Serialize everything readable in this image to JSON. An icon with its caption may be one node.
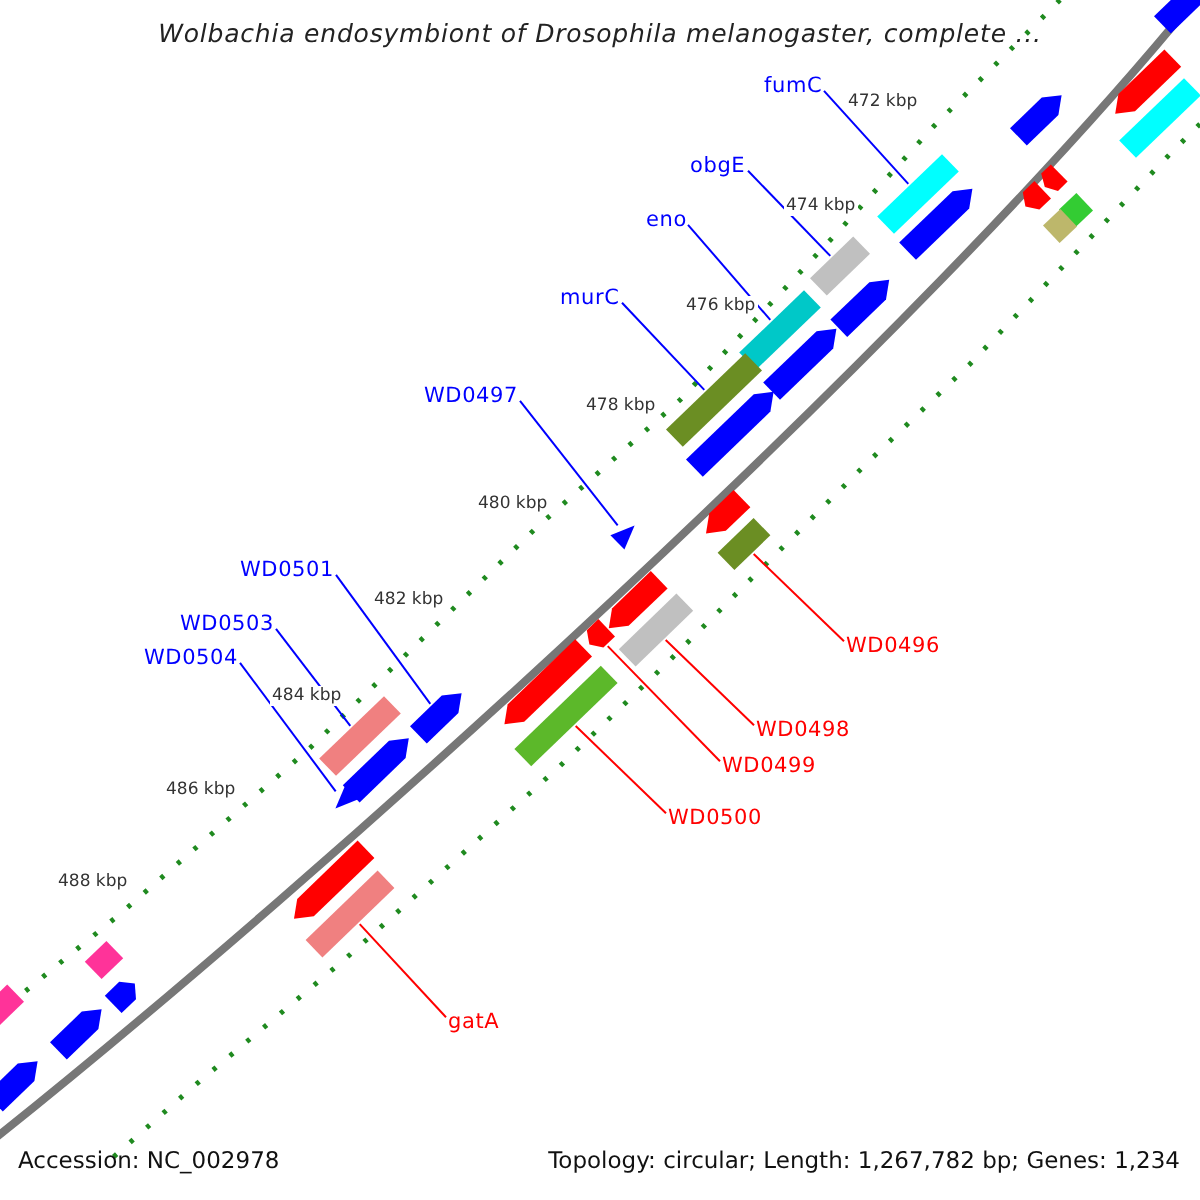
{
  "diagram": {
    "title": "Wolbachia endosymbiont of Drosophila melanogaster, complete ...",
    "nodes": [
      {
        "text": [
          "fumC"
        ]
      },
      {
        "text": [],
        "shape": "box"
      },
      {
        "text": [
          "obgE"
        ]
      },
      {
        "text": [],
        "shape": "box"
      },
      {
        "text": [
          "eno"
        ]
      },
      {
        "text": [],
        "shape": "box"
      },
      {
        "text": [
          "murC"
        ]
      },
      {
        "text": [],
        "shape": "box"
      },
      {
        "text": [
          "WD0497"
        ]
      },
      {
        "text": [],
        "shape": "triangle"
      },
      {
        "text": [
          "WD0501"
        ]
      },
      {
        "text": [],
        "shape": "arrow"
      },
      {
        "text": [
          "WD0503"
        ]
      },
      {
        "text": [],
        "shape": "box"
      },
      {
        "text": [
          "WD0496"
        ]
      },
      {
        "text": [],
        "shape": "box"
      },
      {
        "text": [
          "WD0504"
        ]
      },
      {
        "text": [],
        "shape": "triangle"
      },
      {
        "text": [
          "WD0498"
        ]
      },
      {
        "text": [],
        "shape": "box"
      },
      {
        "text": [
          "WD0499"
        ]
      },
      {
        "text": [],
        "shape": "arrow"
      },
      {
        "text": [
          "WD0500"
        ]
      },
      {
        "text": [],
        "shape": "box"
      },
      {
        "text": [
          "gatA"
        ]
      },
      {
        "text": [],
        "shape": "box"
      },
      {
        "text": [],
        "shape": "arrow"
      },
      {
        "text": [],
        "shape": "arrow"
      },
      {
        "text": [],
        "shape": "arrow"
      },
      {
        "text": [],
        "shape": "box"
      },
      {
        "text": [],
        "shape": "arrow"
      },
      {
        "text": [],
        "shape": "arrow"
      },
      {
        "text": [],
        "shape": "arrow"
      },
      {
        "text": [],
        "shape": "diamond"
      },
      {
        "text": [],
        "shape": "diamond"
      },
      {
        "text": [],
        "shape": "arrow"
      },
      {
        "text": [],
        "shape": "arrow"
      },
      {
        "text": [],
        "shape": "arrow"
      },
      {
        "text": [],
        "shape": "arrow"
      },
      {
        "text": [],
        "shape": "arrow"
      },
      {
        "text": [],
        "shape": "arrow"
      },
      {
        "text": [],
        "shape": "arrow"
      },
      {
        "text": [],
        "shape": "arrow"
      },
      {
        "text": [],
        "shape": "diamond"
      },
      {
        "text": [],
        "shape": "arrow"
      },
      {
        "text": [],
        "shape": "arrow"
      },
      {
        "text": [],
        "shape": "box"
      },
      {
        "text": [],
        "shape": "arrow"
      }
    ],
    "edges": [
      {
        "from": 0,
        "to": 1,
        "arrow": "none"
      },
      {
        "from": 2,
        "to": 3,
        "arrow": "none"
      },
      {
        "from": 4,
        "to": 5,
        "arrow": "none"
      },
      {
        "from": 6,
        "to": 7,
        "arrow": "none"
      },
      {
        "from": 8,
        "to": 9,
        "arrow": "none"
      },
      {
        "from": 10,
        "to": 11,
        "arrow": "none"
      },
      {
        "from": 12,
        "to": 13,
        "arrow": "none"
      },
      {
        "from": 14,
        "to": 15,
        "arrow": "none",
        "color": "#ff0000"
      },
      {
        "from": 16,
        "to": 17,
        "arrow": "none"
      },
      {
        "from": 18,
        "to": 19,
        "arrow": "none",
        "color": "#ff0000"
      },
      {
        "from": 20,
        "to": 21,
        "arrow": "none",
        "color": "#ff0000"
      },
      {
        "from": 22,
        "to": 23,
        "arrow": "none",
        "color": "#ff0000"
      },
      {
        "from": 24,
        "to": 25,
        "arrow": "none",
        "color": "#ff0000"
      }
    ],
    "labels": [
      "472 kbp",
      "474 kbp",
      "476 kbp",
      "478 kbp",
      "480 kbp",
      "482 kbp",
      "484 kbp",
      "486 kbp",
      "488 kbp",
      "Accession: NC_002978",
      "Topology: circular; Length: 1,267,782 bp; Genes: 1,234"
    ]
  }
}
